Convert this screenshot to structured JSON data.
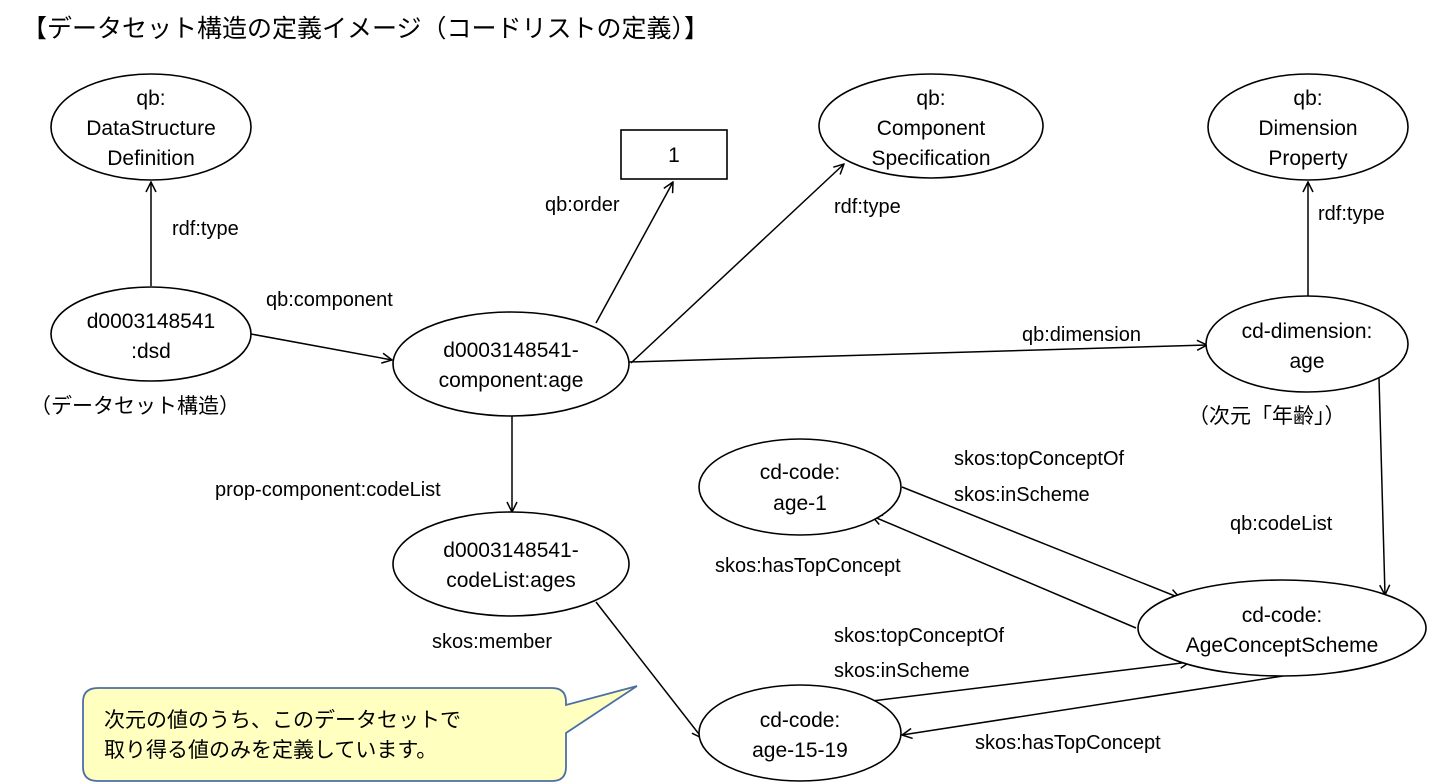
{
  "title": "【データセット構造の定義イメージ（コードリストの定義）】",
  "nodes": {
    "dsd_class": [
      "qb:",
      "DataStructure",
      "Definition"
    ],
    "dsd": [
      "d0003148541",
      ":dsd"
    ],
    "component": [
      "d0003148541-",
      "component:age"
    ],
    "order_value": "1",
    "component_spec": [
      "qb:",
      "Component",
      "Specification"
    ],
    "dimension_property": [
      "qb:",
      "Dimension",
      "Property"
    ],
    "dimension_age": [
      "cd-dimension:",
      "age"
    ],
    "codelist_ages": [
      "d0003148541-",
      "codeList:ages"
    ],
    "code_age1": [
      "cd-code:",
      "age-1"
    ],
    "scheme": [
      "cd-code:",
      "AgeConceptScheme"
    ],
    "code_age1519": [
      "cd-code:",
      "age-15-19"
    ]
  },
  "notes": {
    "dsd_note": "（データセット構造）",
    "dimension_note": "（次元「年齢」）"
  },
  "edges": {
    "dsd_type": "rdf:type",
    "qb_component": "qb:component",
    "qb_order": "qb:order",
    "spec_type": "rdf:type",
    "qb_dimension": "qb:dimension",
    "dim_type": "rdf:type",
    "prop_codelist": "prop-component:codeList",
    "qb_codelist": "qb:codeList",
    "skos_member": "skos:member",
    "age1_topconceptof": "skos:topConceptOf",
    "age1_inscheme": "skos:inScheme",
    "age1_hastopconcept": "skos:hasTopConcept",
    "age1519_topconceptof": "skos:topConceptOf",
    "age1519_inscheme": "skos:inScheme",
    "age1519_hastopconcept": "skos:hasTopConcept"
  },
  "callout": {
    "lines": [
      "次元の値のうち、このデータセットで",
      "取り得る値のみを定義しています。"
    ],
    "fill_color": "#ffffc0",
    "border_color": "#4a6fa5"
  }
}
